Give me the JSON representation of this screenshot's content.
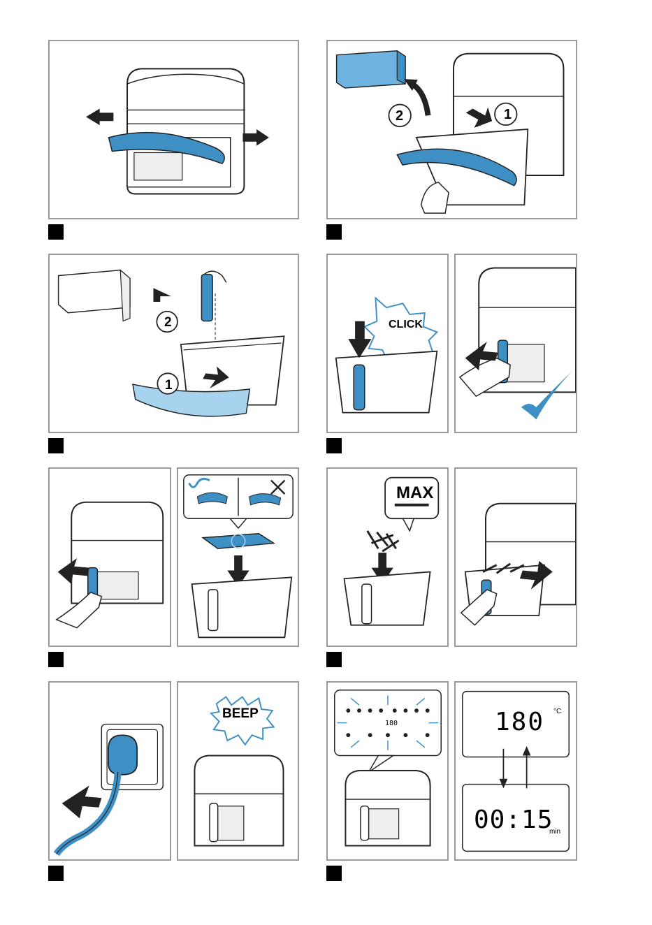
{
  "labels": {
    "step_1": "1",
    "step_2": "2",
    "click": "CLICK",
    "max": "MAX",
    "beep": "BEEP"
  },
  "display": {
    "temperature": "180",
    "temp_unit": "°C",
    "time": "00:15",
    "time_unit": "min",
    "panel_small_temp": "180"
  },
  "colors": {
    "accent": "#3d8fc4",
    "light_accent": "#a8d3ee",
    "outline": "#222222",
    "frame": "#9a9a9a"
  }
}
